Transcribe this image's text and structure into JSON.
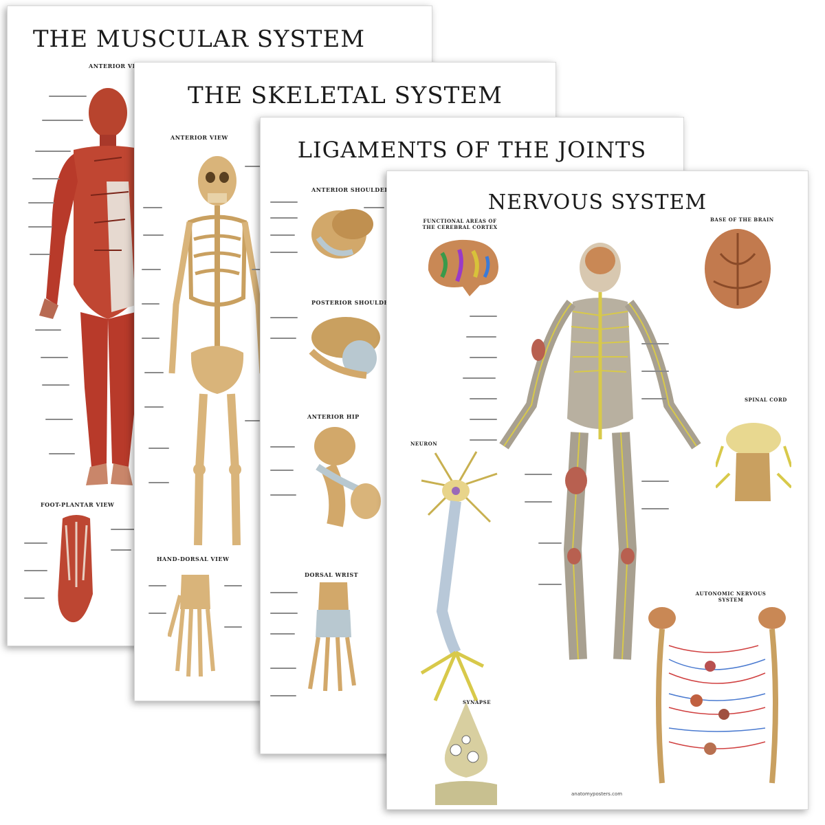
{
  "posters": {
    "muscular": {
      "title": "THE MUSCULAR SYSTEM",
      "views": {
        "anterior": "ANTERIOR VIE",
        "foot": "FOOT-PLANTAR VIEW"
      }
    },
    "skeletal": {
      "title": "THE SKELETAL SYSTEM",
      "views": {
        "anterior": "ANTERIOR VIEW",
        "hand": "HAND-DORSAL VIEW"
      }
    },
    "ligaments": {
      "title": "LIGAMENTS OF THE JOINTS",
      "views": {
        "anterior_shoulder": "ANTERIOR SHOULDER",
        "posterior_shoulder": "POSTERIOR SHOULDER",
        "anterior_hip": "ANTERIOR HIP",
        "dorsal_wrist": "DORSAL WRIST"
      }
    },
    "nervous": {
      "title": "NERVOUS SYSTEM",
      "views": {
        "cortex": "FUNCTIONAL AREAS OF THE CEREBRAL CORTEX",
        "brain_base": "BASE OF THE BRAIN",
        "spinal_cord": "SPINAL CORD",
        "neuron": "NEURON",
        "synapse": "SYNAPSE",
        "autonomic": "AUTONOMIC NERVOUS SYSTEM"
      },
      "credit": "anatomyposters.com"
    }
  },
  "colors": {
    "muscle": "#b83a2a",
    "bone": "#d9b47a",
    "nerve": "#d8c94a",
    "brain": "#c47a4a"
  }
}
